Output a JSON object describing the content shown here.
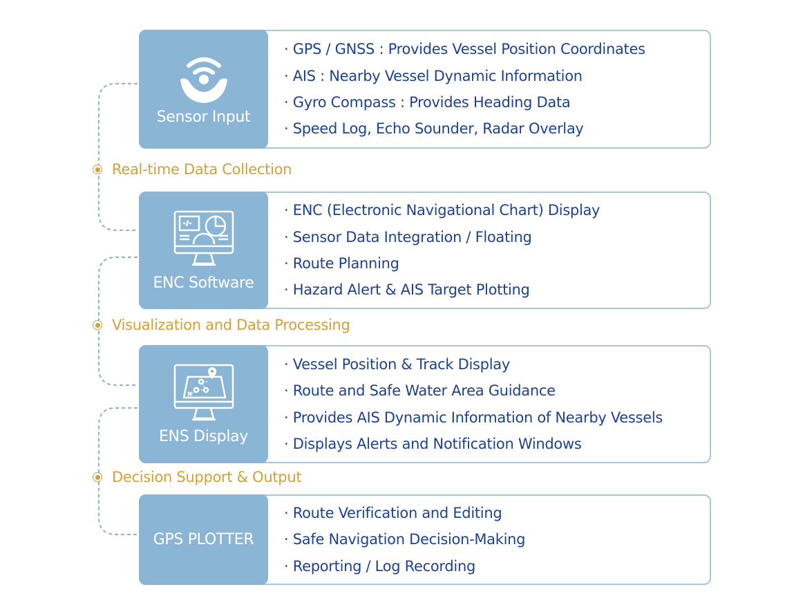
{
  "colors": {
    "header_bg": "#8bb5d5",
    "border": "#a9c6df",
    "text": "#1d428f",
    "stage": "#d0a03a"
  },
  "blocks": [
    {
      "title": "Sensor Input",
      "icon": "sensor-signal-icon",
      "items": [
        "· GPS / GNSS : Provides Vessel Position Coordinates",
        "· AIS : Nearby Vessel Dynamic Information",
        "· Gyro Compass : Provides Heading Data",
        "· Speed Log, Echo Sounder, Radar Overlay"
      ]
    },
    {
      "title": "ENC Software",
      "icon": "monitor-software-icon",
      "items": [
        "· ENC (Electronic Navigational Chart) Display",
        "· Sensor Data Integration / Floating",
        "· Route Planning",
        "· Hazard Alert & AIS Target Plotting"
      ]
    },
    {
      "title": "ENS Display",
      "icon": "monitor-map-icon",
      "items": [
        "· Vessel Position & Track Display",
        "· Route and Safe Water Area Guidance",
        "· Provides AIS Dynamic Information of Nearby Vessels",
        "· Displays Alerts and Notification Windows"
      ]
    },
    {
      "title": "GPS PLOTTER",
      "items": [
        "· Route Verification and Editing",
        "· Safe Navigation Decision-Making",
        "· Reporting / Log Recording"
      ]
    }
  ],
  "stages": [
    "Real-time Data Collection",
    "Visualization and Data Processing",
    "Decision Support & Output"
  ]
}
